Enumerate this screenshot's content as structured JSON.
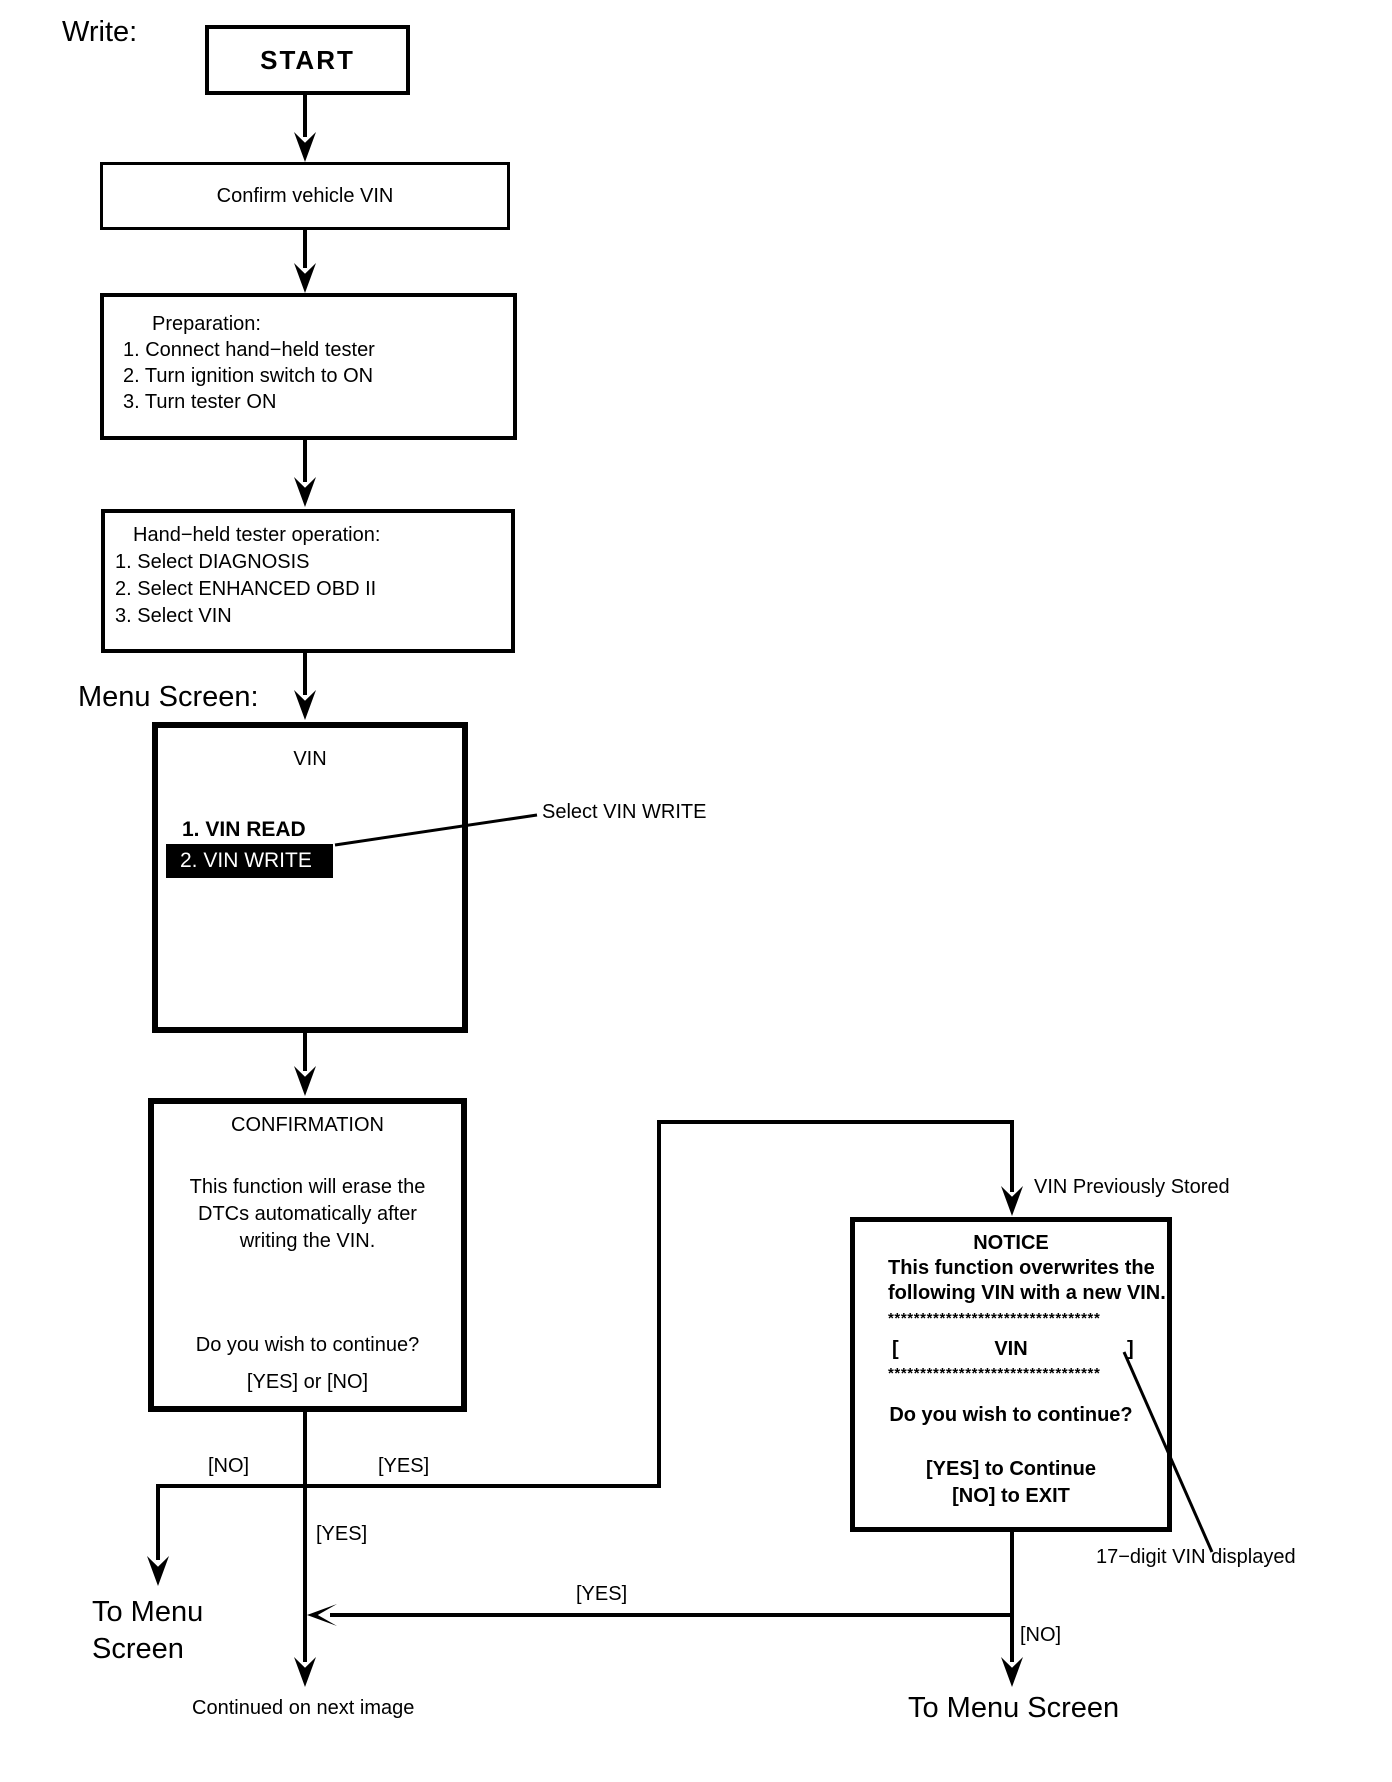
{
  "captions": {
    "write": "Write:",
    "menu_screen": "Menu Screen:",
    "to_menu_line1": "To Menu",
    "to_menu_line2": "Screen",
    "to_menu_screen": "To Menu Screen",
    "continued": "Continued on next image"
  },
  "annotations": {
    "select_vin_write": "Select VIN WRITE",
    "vin_previously_stored": "VIN Previously Stored",
    "vin_digits_note": "17−digit VIN displayed"
  },
  "edges": {
    "no_branch": "[NO]",
    "yes_branch": "[YES]",
    "yes_continue_down": "[YES]",
    "yes_return": "[YES]",
    "no_exit_down": "[NO]"
  },
  "nodes": {
    "start": {
      "label": "START"
    },
    "confirm_vin": {
      "label": "Confirm vehicle VIN"
    },
    "preparation": {
      "title": "Preparation:",
      "items": [
        "1. Connect hand−held tester",
        "2. Turn ignition switch to ON",
        "3. Turn tester ON"
      ]
    },
    "tester_operation": {
      "title": "Hand−held tester operation:",
      "items": [
        "1. Select DIAGNOSIS",
        "2. Select ENHANCED OBD II",
        "3. Select VIN"
      ]
    },
    "vin_menu": {
      "title": "VIN",
      "items": [
        "1. VIN READ",
        "2. VIN WRITE"
      ]
    },
    "confirmation": {
      "title": "CONFIRMATION",
      "body": [
        "This function will erase the",
        "DTCs automatically after",
        "writing the VIN."
      ],
      "question": "Do you wish to continue?",
      "options": "[YES] or [NO]"
    },
    "notice": {
      "title": "NOTICE",
      "body": [
        "This function overwrites the",
        "following VIN with a new VIN."
      ],
      "asterisk_row": "*********************************",
      "vin_row": {
        "open": "[",
        "label": "VIN",
        "close": "]"
      },
      "question": "Do you wish to continue?",
      "yes_line": "[YES] to Continue",
      "no_line": "[NO] to EXIT"
    }
  }
}
